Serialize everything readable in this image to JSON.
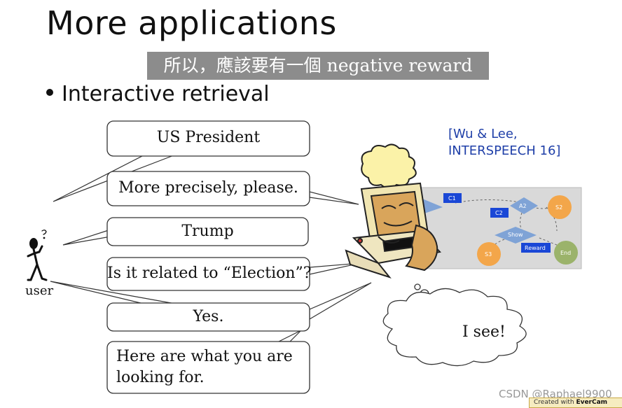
{
  "slide": {
    "title": "More applications",
    "subtitle": "所以，應該要有一個 negative reward",
    "bullet": "Interactive retrieval",
    "citation_line1": "[Wu & Lee,",
    "citation_line2": "INTERSPEECH 16]"
  },
  "dialog": {
    "bubbles": [
      "US President",
      "More precisely, please.",
      "Trump",
      "Is it related to “Election”?",
      "Yes.",
      "Here are what you are",
      "looking for."
    ],
    "user_label": "user",
    "thought": "I see!"
  },
  "diagram": {
    "nodes": [
      "C1",
      "C2",
      "A2",
      "S2",
      "Show",
      "Reward",
      "S3",
      "End"
    ]
  },
  "watermark": {
    "text": "CSDN @Raphael9900",
    "badge_prefix": "Created with ",
    "badge_brand": "EverCam"
  }
}
